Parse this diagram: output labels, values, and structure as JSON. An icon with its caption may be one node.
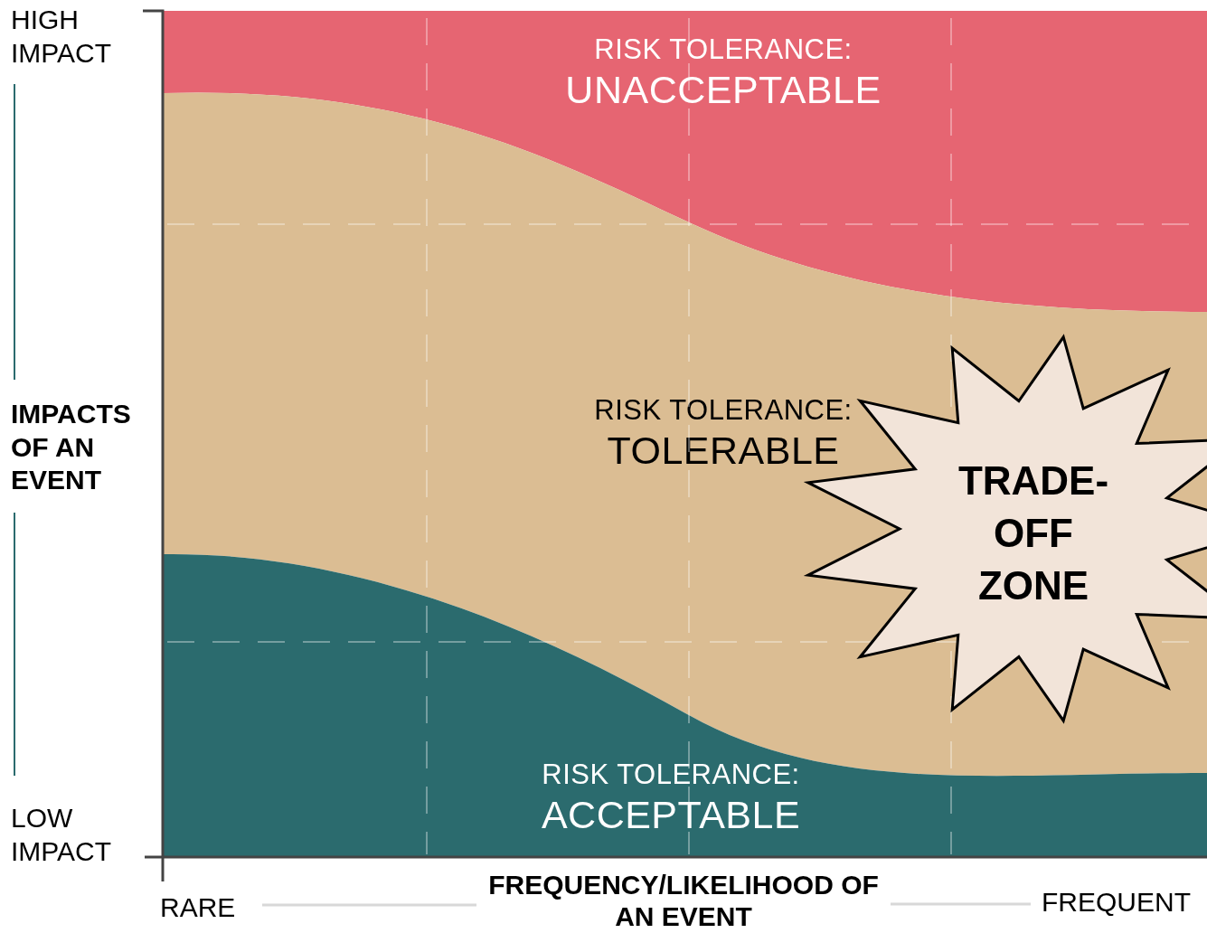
{
  "diagram": {
    "nodes": [
      {
        "text": [
          "RISK TOLERANCE:",
          "UNACCEPTABLE"
        ]
      },
      {
        "text": [
          "RISK TOLERANCE:",
          "TOLERABLE"
        ]
      },
      {
        "text": [
          "RISK TOLERANCE:",
          "ACCEPTABLE"
        ]
      },
      {
        "text": [
          "TRADE- OFF ZONE"
        ]
      }
    ],
    "labels": [
      "HIGH IMPACT",
      "IMPACTS OF AN EVENT",
      "LOW IMPACT",
      "RARE",
      "FREQUENCY/LIKELIHOOD OF AN EVENT",
      "FREQUENT"
    ]
  }
}
